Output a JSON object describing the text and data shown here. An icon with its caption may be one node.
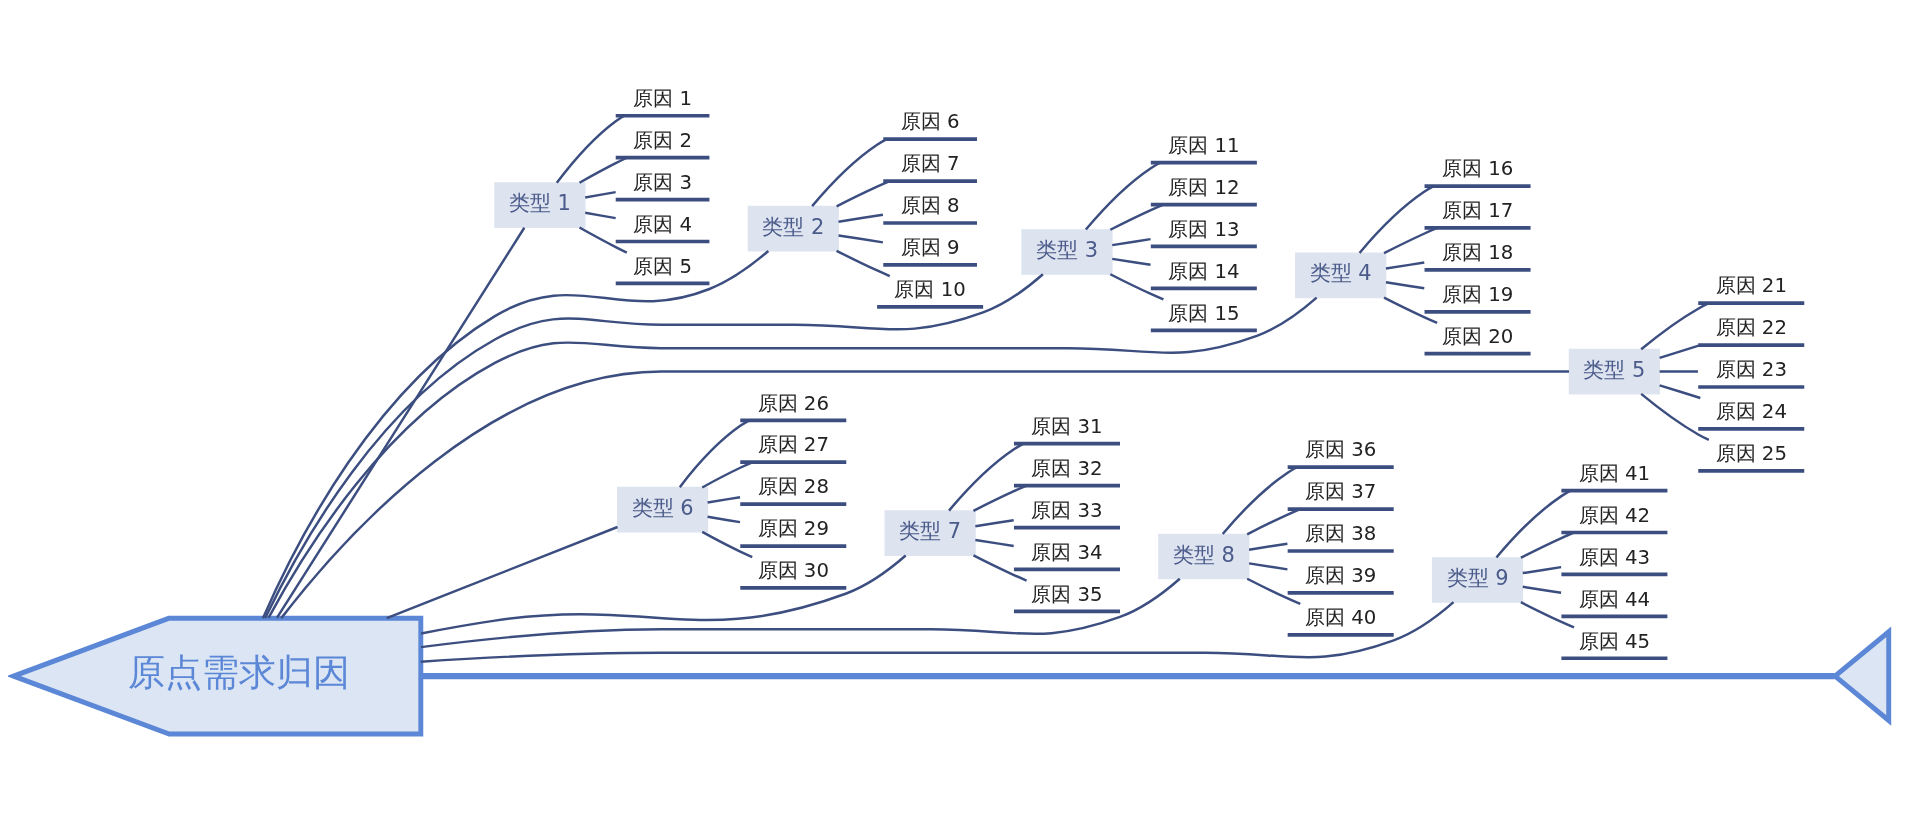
{
  "diagram": {
    "nodes": [
      {
        "text": [
          "原点需求归因"
        ]
      },
      {
        "text": [
          "类型 1"
        ]
      },
      {
        "text": [
          "原因 1"
        ]
      },
      {
        "text": [
          "原因 2"
        ]
      },
      {
        "text": [
          "原因 3"
        ]
      },
      {
        "text": [
          "原因 4"
        ]
      },
      {
        "text": [
          "原因 5"
        ]
      },
      {
        "text": [
          "类型 2"
        ]
      },
      {
        "text": [
          "原因 6"
        ]
      },
      {
        "text": [
          "原因 7"
        ]
      },
      {
        "text": [
          "原因 8"
        ]
      },
      {
        "text": [
          "原因 9"
        ]
      },
      {
        "text": [
          "原因 10"
        ]
      },
      {
        "text": [
          "类型 3"
        ]
      },
      {
        "text": [
          "原因 11"
        ]
      },
      {
        "text": [
          "原因 12"
        ]
      },
      {
        "text": [
          "原因 13"
        ]
      },
      {
        "text": [
          "原因 14"
        ]
      },
      {
        "text": [
          "原因 15"
        ]
      },
      {
        "text": [
          "类型 4"
        ]
      },
      {
        "text": [
          "原因 16"
        ]
      },
      {
        "text": [
          "原因 17"
        ]
      },
      {
        "text": [
          "原因 18"
        ]
      },
      {
        "text": [
          "原因 19"
        ]
      },
      {
        "text": [
          "原因 20"
        ]
      },
      {
        "text": [
          "类型 5"
        ]
      },
      {
        "text": [
          "原因 21"
        ]
      },
      {
        "text": [
          "原因 22"
        ]
      },
      {
        "text": [
          "原因 23"
        ]
      },
      {
        "text": [
          "原因 24"
        ]
      },
      {
        "text": [
          "原因 25"
        ]
      },
      {
        "text": [
          "类型 6"
        ]
      },
      {
        "text": [
          "原因 26"
        ]
      },
      {
        "text": [
          "原因 27"
        ]
      },
      {
        "text": [
          "原因 28"
        ]
      },
      {
        "text": [
          "原因 29"
        ]
      },
      {
        "text": [
          "原因 30"
        ]
      },
      {
        "text": [
          "类型 7"
        ]
      },
      {
        "text": [
          "原因 31"
        ]
      },
      {
        "text": [
          "原因 32"
        ]
      },
      {
        "text": [
          "原因 33"
        ]
      },
      {
        "text": [
          "原因 34"
        ]
      },
      {
        "text": [
          "原因 35"
        ]
      },
      {
        "text": [
          "类型 8"
        ]
      },
      {
        "text": [
          "原因 36"
        ]
      },
      {
        "text": [
          "原因 37"
        ]
      },
      {
        "text": [
          "原因 38"
        ]
      },
      {
        "text": [
          "原因 39"
        ]
      },
      {
        "text": [
          "原因 40"
        ]
      },
      {
        "text": [
          "类型 9"
        ]
      },
      {
        "text": [
          "原因 41"
        ]
      },
      {
        "text": [
          "原因 42"
        ]
      },
      {
        "text": [
          "原因 43"
        ]
      },
      {
        "text": [
          "原因 44"
        ]
      },
      {
        "text": [
          "原因 45"
        ]
      },
      {
        "text": [],
        "shape": "triangle"
      }
    ],
    "edges": [
      {
        "from": 0,
        "to": 1,
        "arrow": "none"
      },
      {
        "from": 1,
        "to": 2,
        "arrow": "none"
      },
      {
        "from": 1,
        "to": 3,
        "arrow": "none"
      },
      {
        "from": 1,
        "to": 4,
        "arrow": "none"
      },
      {
        "from": 1,
        "to": 5,
        "arrow": "none"
      },
      {
        "from": 1,
        "to": 6,
        "arrow": "none"
      },
      {
        "from": 0,
        "to": 7,
        "arrow": "none"
      },
      {
        "from": 7,
        "to": 8,
        "arrow": "none"
      },
      {
        "from": 7,
        "to": 9,
        "arrow": "none"
      },
      {
        "from": 7,
        "to": 10,
        "arrow": "none"
      },
      {
        "from": 7,
        "to": 11,
        "arrow": "none"
      },
      {
        "from": 7,
        "to": 12,
        "arrow": "none"
      },
      {
        "from": 0,
        "to": 13,
        "arrow": "none"
      },
      {
        "from": 13,
        "to": 14,
        "arrow": "none"
      },
      {
        "from": 13,
        "to": 15,
        "arrow": "none"
      },
      {
        "from": 13,
        "to": 16,
        "arrow": "none"
      },
      {
        "from": 13,
        "to": 17,
        "arrow": "none"
      },
      {
        "from": 13,
        "to": 18,
        "arrow": "none"
      },
      {
        "from": 0,
        "to": 19,
        "arrow": "none"
      },
      {
        "from": 19,
        "to": 20,
        "arrow": "none"
      },
      {
        "from": 19,
        "to": 21,
        "arrow": "none"
      },
      {
        "from": 19,
        "to": 22,
        "arrow": "none"
      },
      {
        "from": 19,
        "to": 23,
        "arrow": "none"
      },
      {
        "from": 19,
        "to": 24,
        "arrow": "none"
      },
      {
        "from": 0,
        "to": 25,
        "arrow": "none"
      },
      {
        "from": 25,
        "to": 26,
        "arrow": "none"
      },
      {
        "from": 25,
        "to": 27,
        "arrow": "none"
      },
      {
        "from": 25,
        "to": 28,
        "arrow": "none"
      },
      {
        "from": 25,
        "to": 29,
        "arrow": "none"
      },
      {
        "from": 25,
        "to": 30,
        "arrow": "none"
      },
      {
        "from": 0,
        "to": 31,
        "arrow": "none"
      },
      {
        "from": 31,
        "to": 32,
        "arrow": "none"
      },
      {
        "from": 31,
        "to": 33,
        "arrow": "none"
      },
      {
        "from": 31,
        "to": 34,
        "arrow": "none"
      },
      {
        "from": 31,
        "to": 35,
        "arrow": "none"
      },
      {
        "from": 31,
        "to": 36,
        "arrow": "none"
      },
      {
        "from": 0,
        "to": 37,
        "arrow": "none"
      },
      {
        "from": 37,
        "to": 38,
        "arrow": "none"
      },
      {
        "from": 37,
        "to": 39,
        "arrow": "none"
      },
      {
        "from": 37,
        "to": 40,
        "arrow": "none"
      },
      {
        "from": 37,
        "to": 41,
        "arrow": "none"
      },
      {
        "from": 37,
        "to": 42,
        "arrow": "none"
      },
      {
        "from": 0,
        "to": 43,
        "arrow": "none"
      },
      {
        "from": 43,
        "to": 44,
        "arrow": "none"
      },
      {
        "from": 43,
        "to": 45,
        "arrow": "none"
      },
      {
        "from": 43,
        "to": 46,
        "arrow": "none"
      },
      {
        "from": 43,
        "to": 47,
        "arrow": "none"
      },
      {
        "from": 43,
        "to": 48,
        "arrow": "none"
      },
      {
        "from": 0,
        "to": 49,
        "arrow": "none"
      },
      {
        "from": 49,
        "to": 50,
        "arrow": "none"
      },
      {
        "from": 49,
        "to": 51,
        "arrow": "none"
      },
      {
        "from": 49,
        "to": 52,
        "arrow": "none"
      },
      {
        "from": 49,
        "to": 53,
        "arrow": "none"
      },
      {
        "from": 49,
        "to": 54,
        "arrow": "none"
      },
      {
        "from": 0,
        "to": 55,
        "arrow": "none",
        "style": "thick",
        "color": "#5b87d6"
      }
    ]
  }
}
